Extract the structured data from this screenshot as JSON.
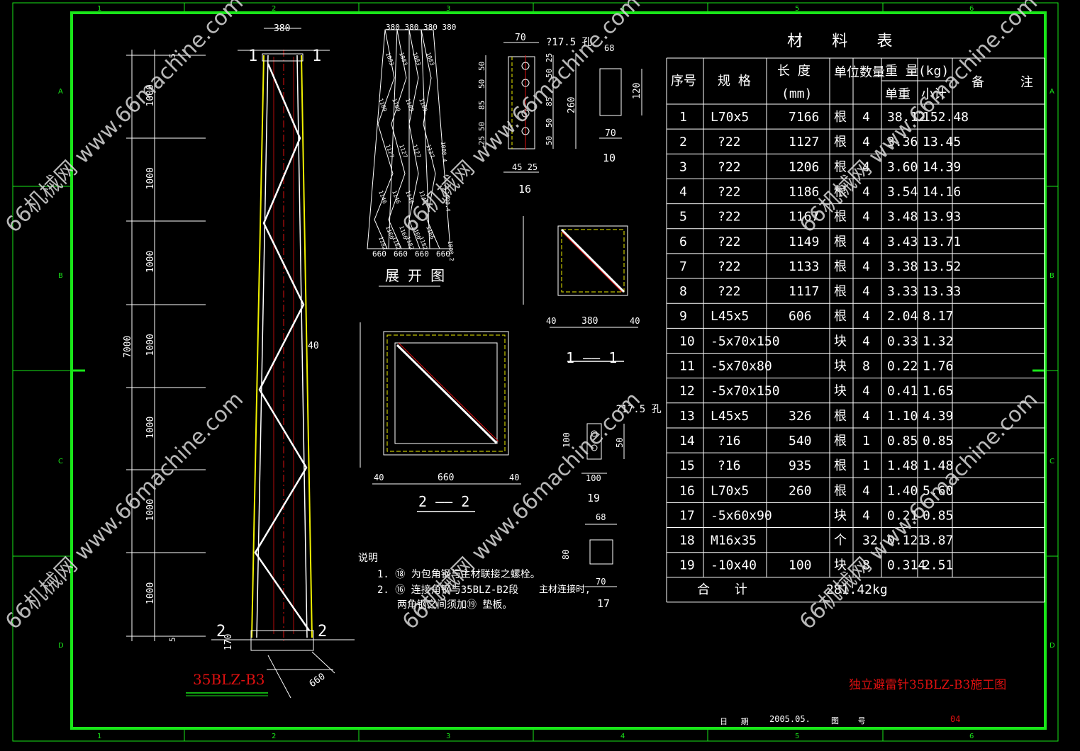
{
  "frame": {
    "columns": [
      "1",
      "2",
      "3",
      "4",
      "5",
      "6"
    ],
    "rows": [
      "A",
      "B",
      "C",
      "D"
    ]
  },
  "tower": {
    "label": "35BLZ-B3",
    "section_mark": "1",
    "base_mark": "2",
    "top_width": "380",
    "base_width": "660",
    "height_total": "7000",
    "segment": "1000",
    "end_segment": "5",
    "side_dim": "40",
    "base_dim": "170"
  },
  "unfold": {
    "title": "展 开 图",
    "top_dims": "380 380 380 380",
    "bottom_dims": [
      "660",
      "660",
      "660",
      "660"
    ],
    "member_lengths": [
      "1083",
      "1109",
      "1127",
      "1146",
      "1166",
      "1182"
    ],
    "side_lengths": [
      "1000.4",
      "1000.4",
      "1000.2"
    ]
  },
  "part16": {
    "hole": "?17.5 孔",
    "width": "70",
    "dims_left": [
      "50",
      "50",
      "85",
      "50",
      "25"
    ],
    "dims_right": [
      "25",
      "50",
      "85",
      "50",
      "50"
    ],
    "length": "260",
    "bottom": [
      "45",
      "25"
    ],
    "mark": "16"
  },
  "part10": {
    "top": "68",
    "height": "120",
    "width": "70",
    "mark": "10"
  },
  "section11": {
    "title": "1 —— 1",
    "dim": "380",
    "side": "40"
  },
  "section22": {
    "title": "2 —— 2",
    "dim": "660",
    "side": "40"
  },
  "part19": {
    "hole": "?17.5 孔",
    "dims": [
      "100",
      "50"
    ],
    "width": "100",
    "mark": "19"
  },
  "part17": {
    "top": "68",
    "height": "80",
    "width": "70",
    "note": "主材连接时,",
    "mark": "17"
  },
  "notes": {
    "heading": "说明",
    "lines": [
      "1. ⑱  为包角钢与主材联接之螺栓。",
      "2. ⑯  连接角钢与35BLZ-B2段",
      "两角钢之间须加⑲  垫板。"
    ]
  },
  "table": {
    "title": "材 料 表",
    "headers": {
      "no": "序号",
      "spec": "规 格",
      "length": "长 度",
      "length_unit": "(mm)",
      "unit": "单位",
      "qty": "数量",
      "weight": "重 量(kg)",
      "unit_weight": "单重",
      "subtotal": "小计",
      "remark": "备 注"
    },
    "rows": [
      [
        "1",
        "L70x5",
        "7166",
        "根",
        "4",
        "38.12",
        "152.48"
      ],
      [
        "2",
        "?22",
        "1127",
        "根",
        "4",
        "3.36",
        "13.45"
      ],
      [
        "3",
        "?22",
        "1206",
        "根",
        "4",
        "3.60",
        "14.39"
      ],
      [
        "4",
        "?22",
        "1186",
        "根",
        "4",
        "3.54",
        "14.16"
      ],
      [
        "5",
        "?22",
        "1167",
        "根",
        "4",
        "3.48",
        "13.93"
      ],
      [
        "6",
        "?22",
        "1149",
        "根",
        "4",
        "3.43",
        "13.71"
      ],
      [
        "7",
        "?22",
        "1133",
        "根",
        "4",
        "3.38",
        "13.52"
      ],
      [
        "8",
        "?22",
        "1117",
        "根",
        "4",
        "3.33",
        "13.33"
      ],
      [
        "9",
        "L45x5",
        "606",
        "根",
        "4",
        "2.04",
        "8.17"
      ],
      [
        "10",
        "-5x70x150",
        "",
        "块",
        "4",
        "0.33",
        "1.32"
      ],
      [
        "11",
        "-5x70x80",
        "",
        "块",
        "8",
        "0.22",
        "1.76"
      ],
      [
        "12",
        "-5x70x150",
        "",
        "块",
        "4",
        "0.41",
        "1.65"
      ],
      [
        "13",
        "L45x5",
        "326",
        "根",
        "4",
        "1.10",
        "4.39"
      ],
      [
        "14",
        "?16",
        "540",
        "根",
        "1",
        "0.85",
        "0.85"
      ],
      [
        "15",
        "?16",
        "935",
        "根",
        "1",
        "1.48",
        "1.48"
      ],
      [
        "16",
        "L70x5",
        "260",
        "根",
        "4",
        "1.40",
        "5.60"
      ],
      [
        "17",
        "-5x60x90",
        "",
        "块",
        "4",
        "0.21",
        "0.85"
      ],
      [
        "18",
        "M16x35",
        "",
        "个",
        "32",
        "0.121",
        "3.87"
      ],
      [
        "19",
        "-10x40",
        "100",
        "块",
        "8",
        "0.314",
        "2.51"
      ]
    ],
    "total_label": "合 计",
    "total_value": "281.42kg"
  },
  "title_block": {
    "drawing_title": "独立避雷针35BLZ-B3施工图",
    "date_label": "日 期",
    "date": "2005.05.",
    "number_label": "图 号",
    "number": "04"
  },
  "watermark": "66机械网 www.66machine.com",
  "colors": {
    "frame": "#19e619",
    "lines": "#ffffff",
    "accent": "#e01010",
    "yellow": "#f0f000"
  }
}
